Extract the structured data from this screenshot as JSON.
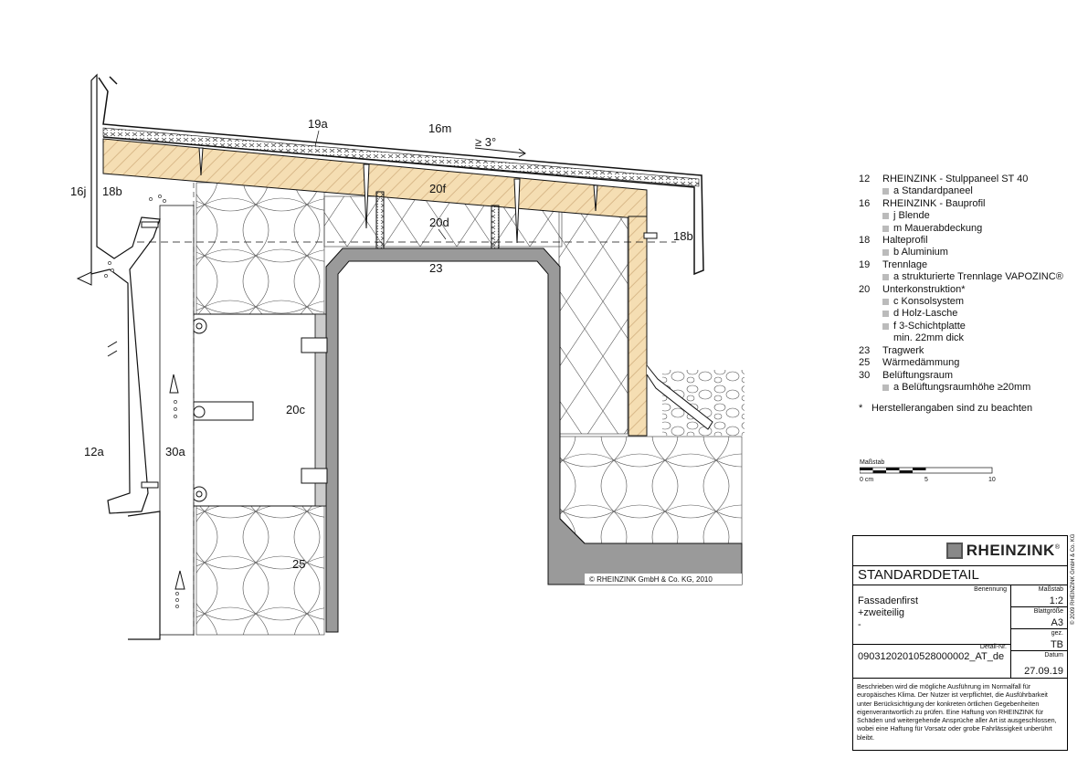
{
  "drawing": {
    "labels": {
      "l19a": "19a",
      "l16m": "16m",
      "slope": "≥ 3°",
      "l20f": "20f",
      "l20d": "20d",
      "l23": "23",
      "l16j": "16j",
      "l18b_left": "18b",
      "l18b_right": "18b",
      "l20c": "20c",
      "l12a": "12a",
      "l30a": "30a",
      "l25": "25"
    },
    "copyright": "© RHEINZINK GmbH & Co. KG, 2010",
    "colors": {
      "wood": "#f5deb3",
      "hatch": "#d9b98a",
      "steel": "#9a9a9a",
      "line": "#111111"
    }
  },
  "legend": {
    "items": [
      {
        "num": "12",
        "text": "RHEINZINK - Stulppaneel ST 40",
        "subs": [
          "a  Standardpaneel"
        ]
      },
      {
        "num": "16",
        "text": "RHEINZINK - Bauprofil",
        "subs": [
          "j  Blende",
          "m  Mauerabdeckung"
        ]
      },
      {
        "num": "18",
        "text": "Halteprofil",
        "subs": [
          "b  Aluminium"
        ]
      },
      {
        "num": "19",
        "text": "Trennlage",
        "subs": [
          "a  strukturierte Trennlage VAPOZINC®"
        ]
      },
      {
        "num": "20",
        "text": "Unterkonstruktion*",
        "subs": [
          "c  Konsolsystem",
          "d  Holz-Lasche",
          "f  3-Schichtplatte"
        ],
        "cont": "min. 22mm dick"
      },
      {
        "num": "23",
        "text": "Tragwerk",
        "subs": []
      },
      {
        "num": "25",
        "text": "Wärmedämmung",
        "subs": []
      },
      {
        "num": "30",
        "text": "Belüftungsraum",
        "subs": [
          "a  Belüftungsraumhöhe ≥20mm"
        ]
      }
    ],
    "note_mark": "*",
    "note": "Herstellerangaben sind zu beachten"
  },
  "scale": {
    "title": "Maßstab",
    "t0": "0 cm",
    "t5": "5",
    "t10": "10"
  },
  "titleblock": {
    "brand": "RHEINZINK",
    "registered": "®",
    "header": "STANDARDDETAIL",
    "benennung_key": "Benennung",
    "benennung_l1": "Fassadenfirst",
    "benennung_l2": "+zweiteilig",
    "benennung_l3": "-",
    "detailnr_key": "Detail-Nr.",
    "detailnr": "09031202010528000002_AT_de",
    "massstab_key": "Maßstab",
    "massstab": "1:2",
    "blattgroesse_key": "Blattgröße",
    "blattgroesse": "A3",
    "gez_key": "gez.",
    "gez": "TB",
    "datum_key": "Datum",
    "datum": "27.09.19",
    "disclaimer": "Beschrieben wird die mögliche Ausführung im Normalfall für europäisches Klima. Der Nutzer ist verpflichtet, die Ausführbarkeit unter Berücksichtigung der konkreten örtlichen Gegebenheiten eigenverantwortlich zu prüfen. Eine Haftung von RHEINZINK für Schäden und weitergehende Ansprüche aller Art ist ausgeschlossen, wobei eine Haftung für Vorsatz oder grobe Fahrlässigkeit unberührt bleibt.",
    "vertical_copyright": "© 2009 RHEINZINK GmbH & Co. KG"
  }
}
